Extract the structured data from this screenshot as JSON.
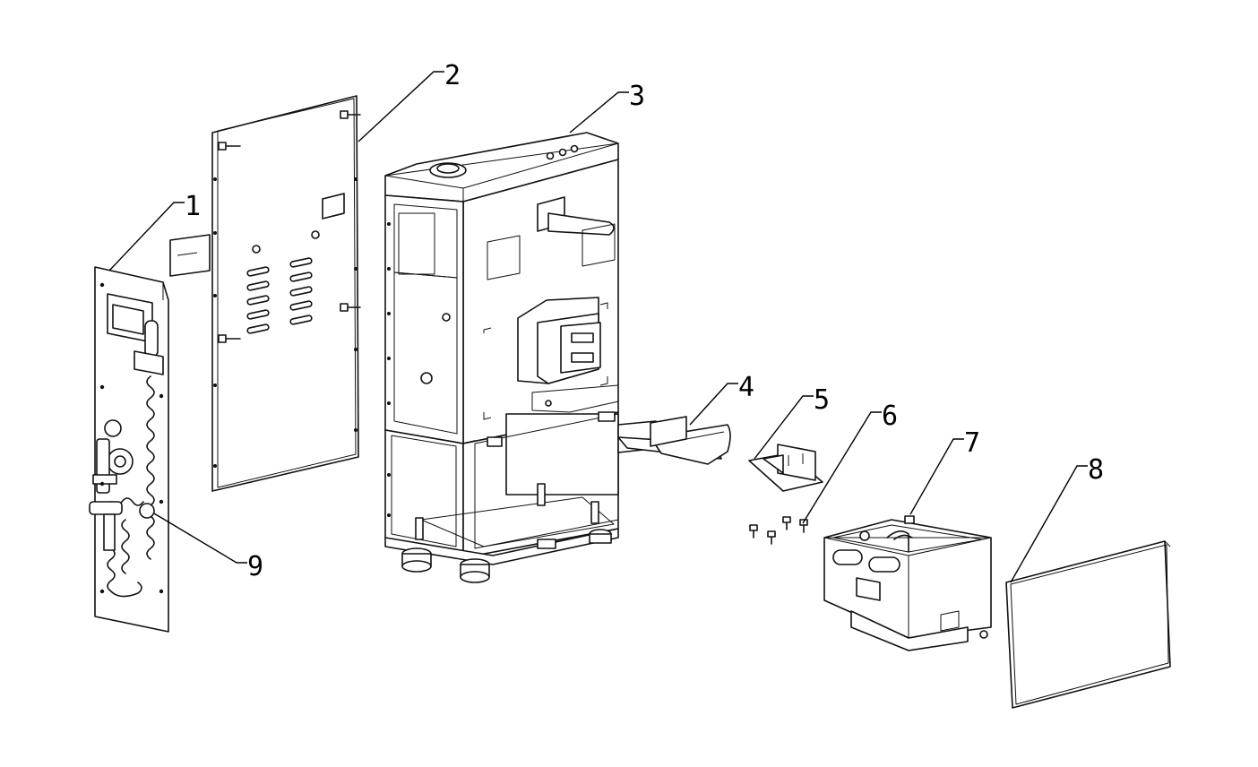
{
  "callouts": [
    {
      "number": "1",
      "part": "front-panel"
    },
    {
      "number": "2",
      "part": "side-panel"
    },
    {
      "number": "3",
      "part": "main-frame"
    },
    {
      "number": "4",
      "part": "drip-tray"
    },
    {
      "number": "5",
      "part": "bracket"
    },
    {
      "number": "6",
      "part": "screws"
    },
    {
      "number": "7",
      "part": "water-tank"
    },
    {
      "number": "8",
      "part": "back-panel"
    },
    {
      "number": "9",
      "part": "coil-hose"
    }
  ]
}
